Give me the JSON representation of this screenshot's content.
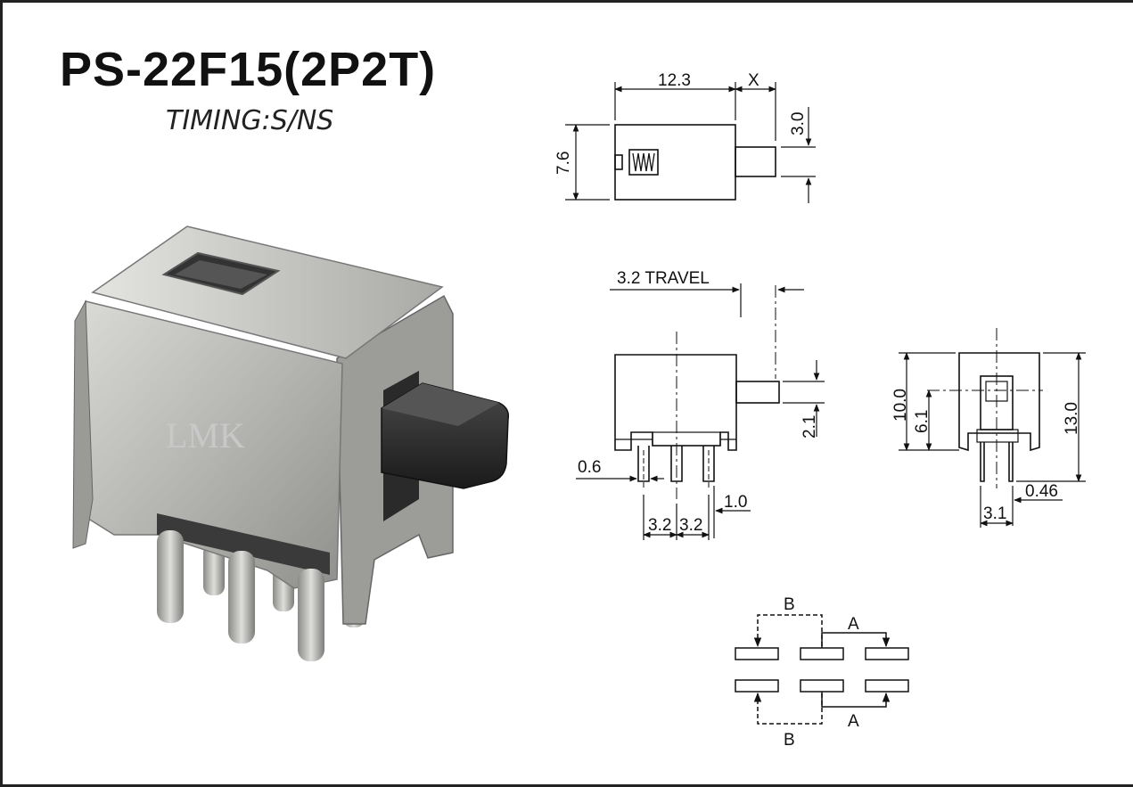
{
  "header": {
    "model": "PS-22F15(2P2T)",
    "timing": "TIMING:S/NS"
  },
  "photo": {
    "brand": "LMK"
  },
  "top_view": {
    "length": "12.3",
    "extension": "X",
    "height": "7.6",
    "actuator_width": "3.0"
  },
  "side_view": {
    "travel": "3.2  TRAVEL",
    "actuator_offset": "2.1",
    "pin_width": "0.6",
    "pin_edge": "1.0",
    "pitch_left": "3.2",
    "pitch_right": "3.2"
  },
  "end_view": {
    "total_height": "13.0",
    "body_height": "10.0",
    "center_height": "6.1",
    "pin_thickness": "0.46",
    "pin_span": "3.1"
  },
  "circuit": {
    "label_b_top": "B",
    "label_a_top": "A",
    "label_a_bottom": "A",
    "label_b_bottom": "B"
  },
  "colors": {
    "line": "#111111",
    "metal": "#b9b9b6",
    "actuator": "#2b2b2b"
  }
}
